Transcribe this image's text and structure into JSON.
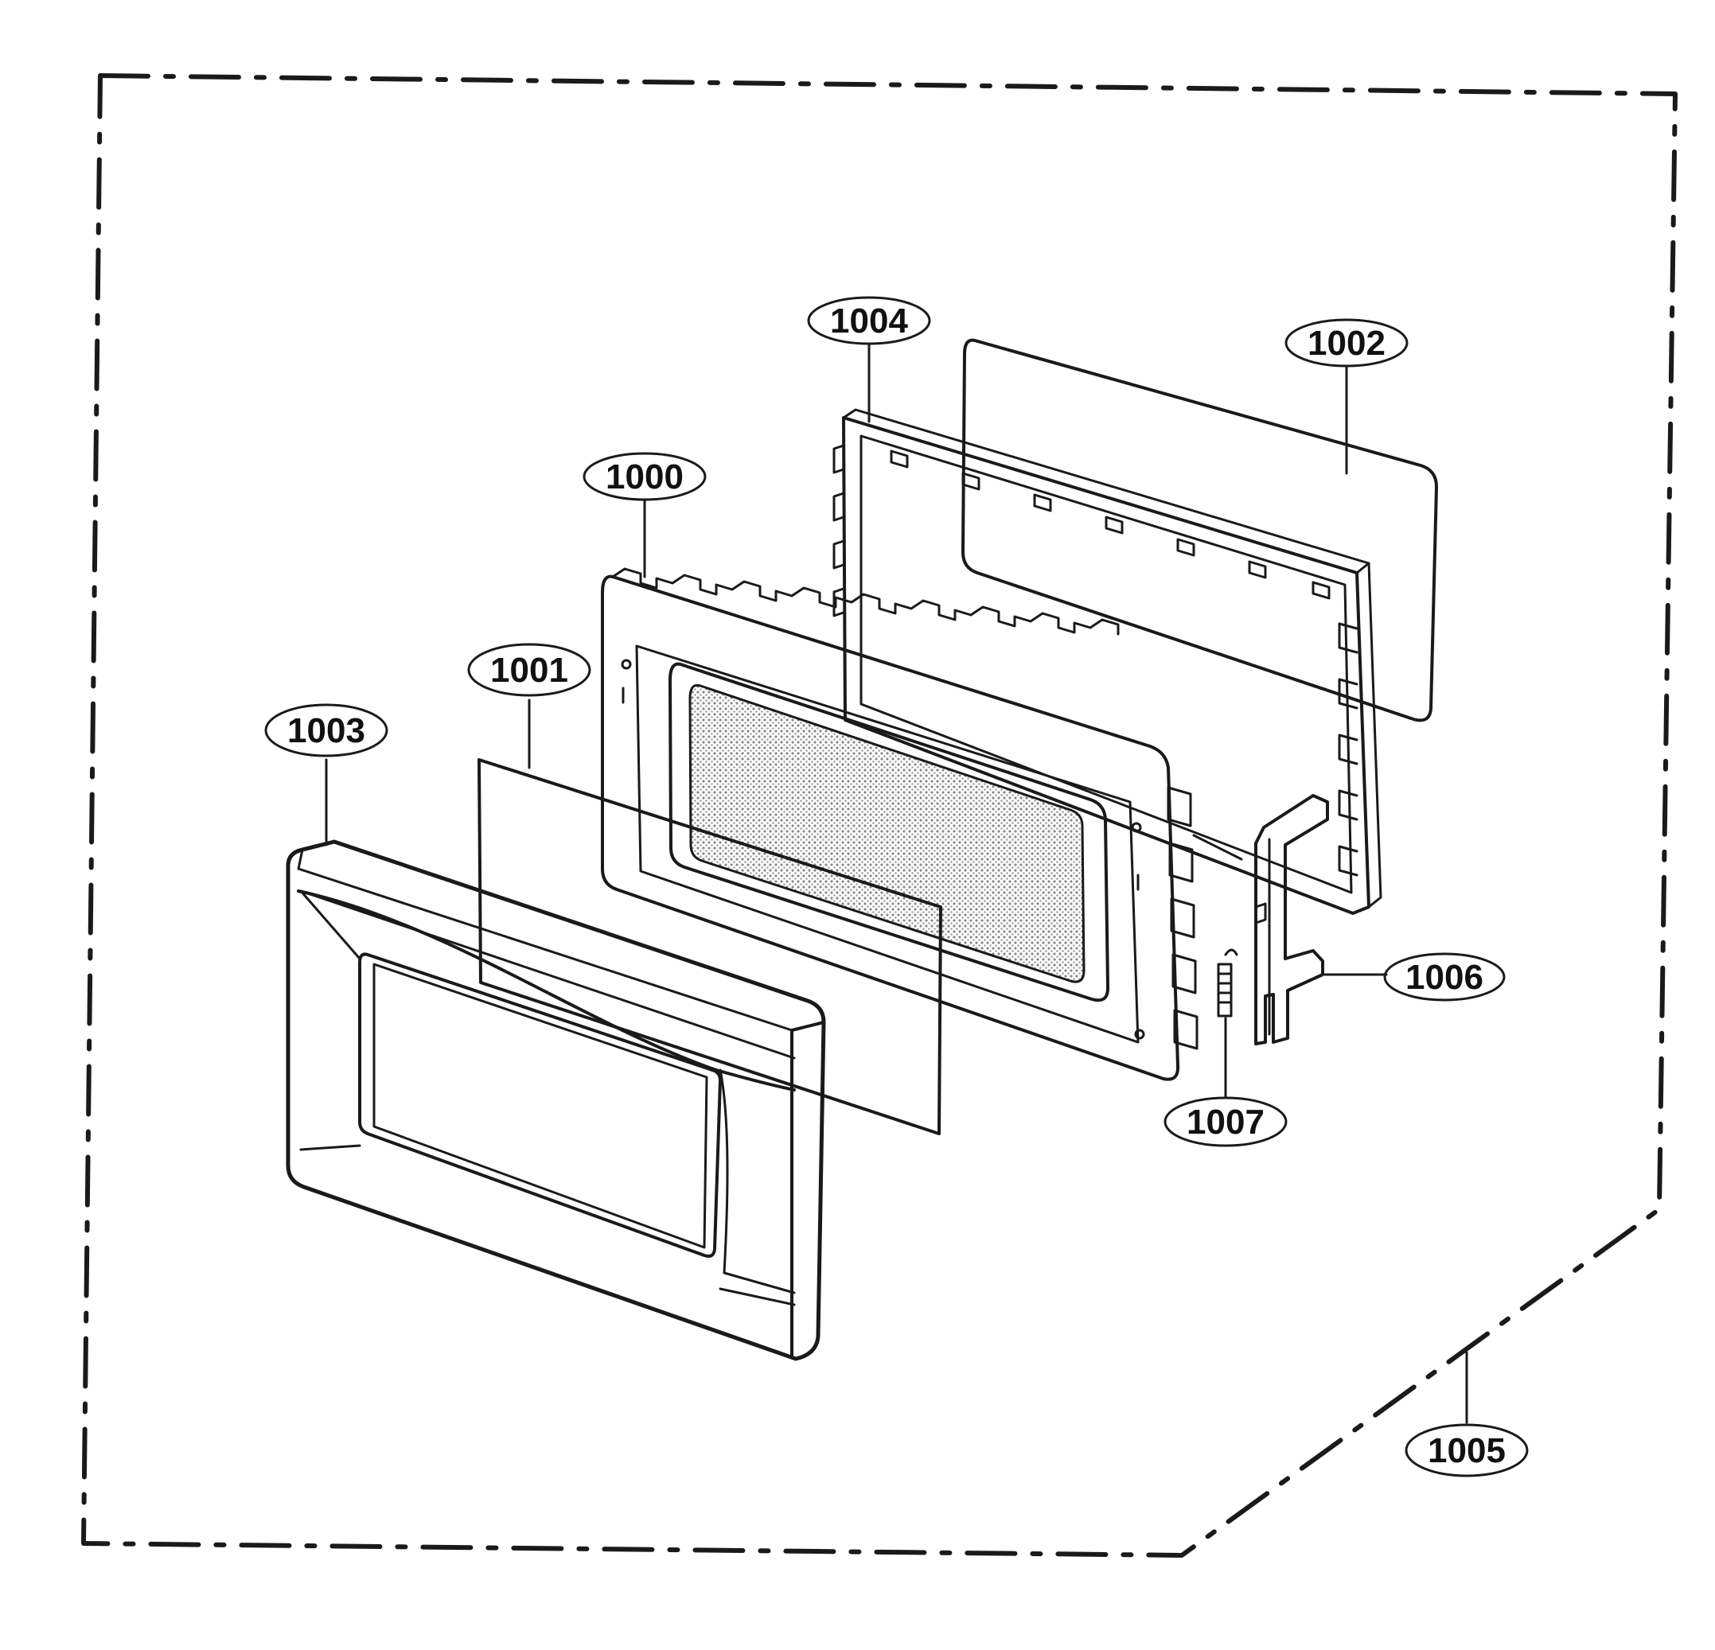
{
  "colors": {
    "ink": "#1a1a1a",
    "paper": "#ffffff",
    "mesh": "#d4d4d4"
  },
  "callouts": {
    "c1000": "1000",
    "c1001": "1001",
    "c1002": "1002",
    "c1003": "1003",
    "c1004": "1004",
    "c1005": "1005",
    "c1006": "1006",
    "c1007": "1007"
  }
}
